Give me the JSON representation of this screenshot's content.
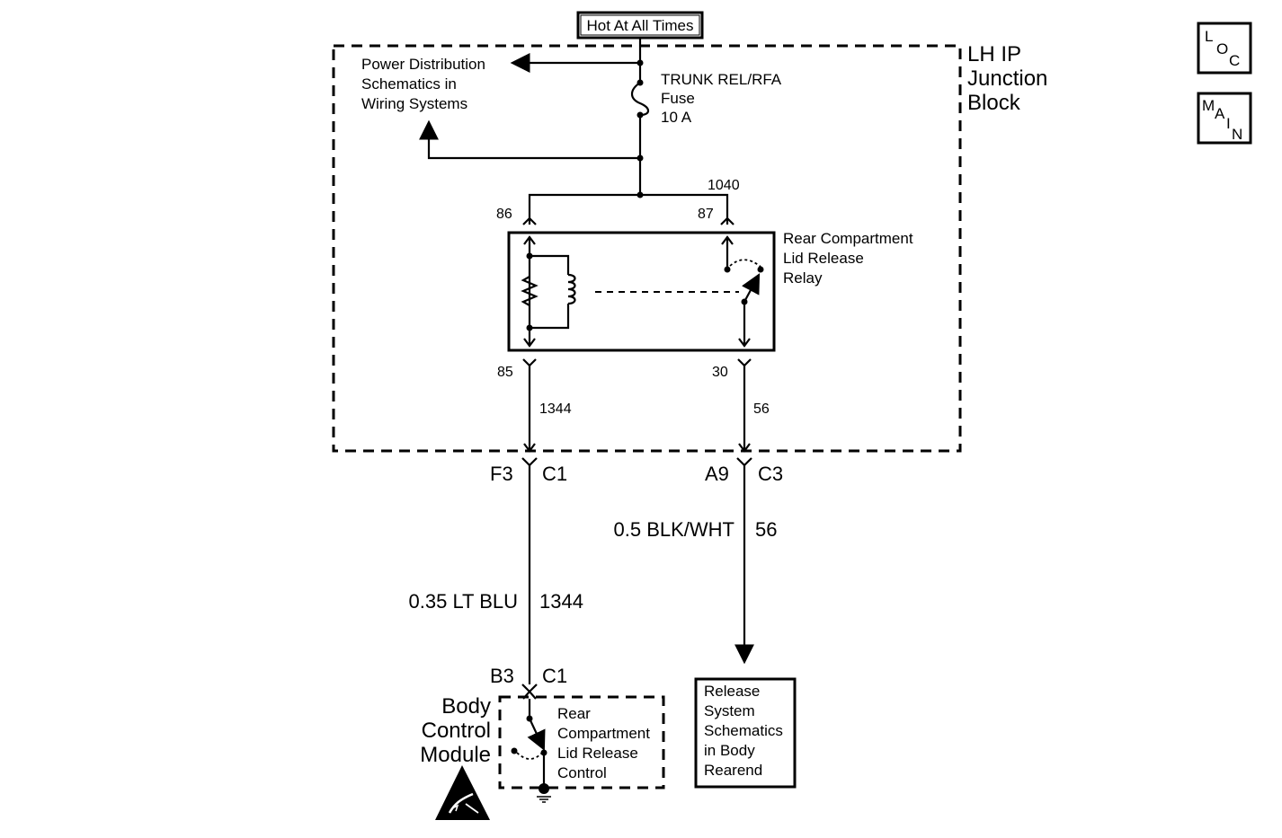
{
  "header": {
    "power_source": "Hot At All Times"
  },
  "nav": {
    "loc": [
      "L",
      "O",
      "C"
    ],
    "main": [
      "M",
      "A",
      "I",
      "N"
    ]
  },
  "junction_block": {
    "name_lines": [
      "LH IP",
      "Junction",
      "Block"
    ]
  },
  "power_dist": {
    "lines": [
      "Power Distribution",
      "Schematics in",
      "Wiring Systems"
    ]
  },
  "fuse": {
    "lines": [
      "TRUNK REL/RFA",
      "Fuse",
      "10 A"
    ]
  },
  "relay": {
    "lines": [
      "Rear Compartment",
      "Lid Release",
      "Relay"
    ],
    "feed_circuit": "1040",
    "terminals": {
      "t86": "86",
      "t87": "87",
      "t85": "85",
      "t30": "30"
    }
  },
  "internal_circuits": {
    "left": "1344",
    "right": "56"
  },
  "connectors": {
    "left_top": {
      "pin": "F3",
      "conn": "C1"
    },
    "right_top": {
      "pin": "A9",
      "conn": "C3"
    },
    "left_bottom": {
      "pin": "B3",
      "conn": "C1"
    }
  },
  "wires": {
    "left": {
      "color": "0.35 LT BLU",
      "circuit": "1344"
    },
    "right": {
      "color": "0.5 BLK/WHT",
      "circuit": "56"
    }
  },
  "bcm": {
    "name_lines": [
      "Body",
      "Control",
      "Module"
    ],
    "switch_lines": [
      "Rear",
      "Compartment",
      "Lid Release",
      "Control"
    ]
  },
  "release_system": {
    "lines": [
      "Release",
      "System",
      "Schematics",
      "in Body",
      "Rearend"
    ]
  }
}
